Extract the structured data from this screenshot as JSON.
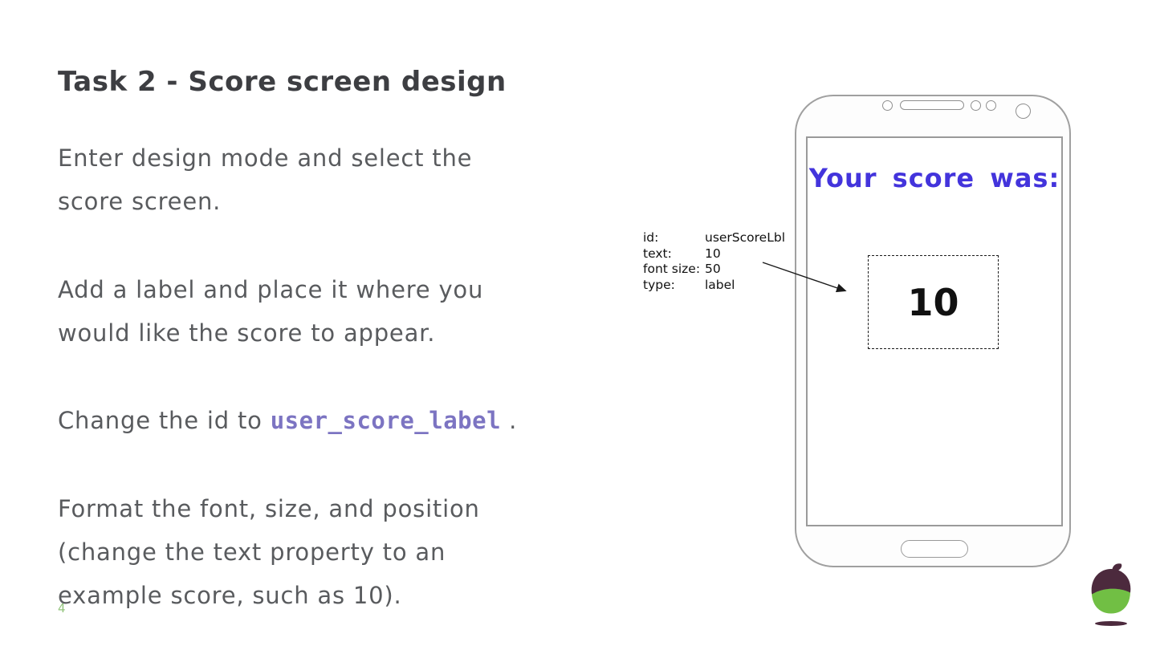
{
  "slide": {
    "title": "Task 2 - Score screen design",
    "page_number": "4",
    "paragraph1_lines": [
      "Enter design mode and select the",
      "score screen."
    ],
    "paragraph2_lines": [
      "Add a label and place it where you",
      "would like the score to appear."
    ],
    "paragraph3": {
      "prefix": "Change the id to ",
      "code": "user_score_label",
      "suffix": " ."
    },
    "paragraph4_lines": [
      "Format the font, size, and position",
      "(change the text property to an",
      "example score, such as 10)."
    ]
  },
  "phone_mockup": {
    "screen_heading": "Your score was:",
    "score_label_text": "10"
  },
  "label_properties_annotation": {
    "rows": [
      {
        "label": "id:",
        "value": "userScoreLbl"
      },
      {
        "label": "text:",
        "value": "10"
      },
      {
        "label": "font size:",
        "value": "50"
      },
      {
        "label": "type:",
        "value": "label"
      }
    ]
  },
  "logo": {
    "name": "oak-acorn-logo",
    "cap_color": "#4c2a3d",
    "body_color": "#71bf44"
  },
  "colors": {
    "title_text": "#3d3e42",
    "body_text": "#595b5e",
    "code_text": "#7c74c2",
    "screen_heading_text": "#4334dc",
    "page_number_text": "#93c47d",
    "phone_outline": "#a0a0a0"
  }
}
